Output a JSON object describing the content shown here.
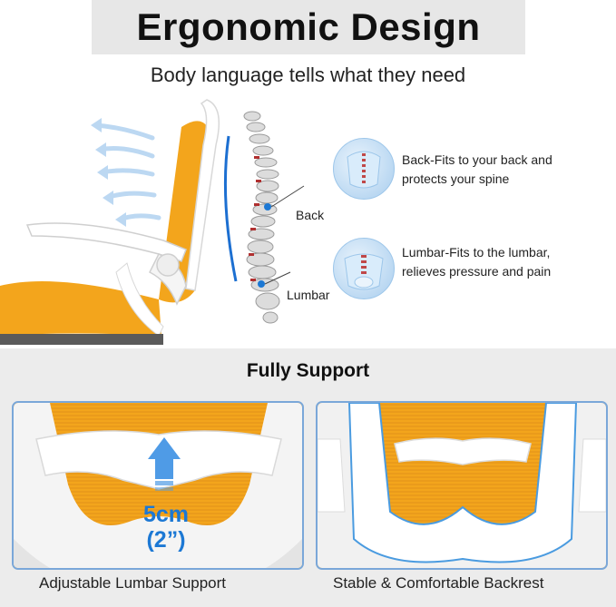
{
  "header": {
    "title": "Ergonomic Design",
    "subtitle": "Body language tells what they need"
  },
  "spine_labels": {
    "back": "Back",
    "lumbar": "Lumbar"
  },
  "features": [
    {
      "text_line1": "Back-Fits to your back and",
      "text_line2": "protects your spine"
    },
    {
      "text_line1": "Lumbar-Fits to the lumbar,",
      "text_line2": "relieves pressure and pain"
    }
  ],
  "support": {
    "title": "Fully Support",
    "measure_line1": "5cm",
    "measure_line2": "(2”)",
    "caption_left": "Adjustable Lumbar Support",
    "caption_right": "Stable & Comfortable Backrest"
  },
  "colors": {
    "mesh": "#f3a51c",
    "frame": "#ffffff",
    "accent_blue": "#1c78d4",
    "outline_blue": "#7aa7d9"
  }
}
